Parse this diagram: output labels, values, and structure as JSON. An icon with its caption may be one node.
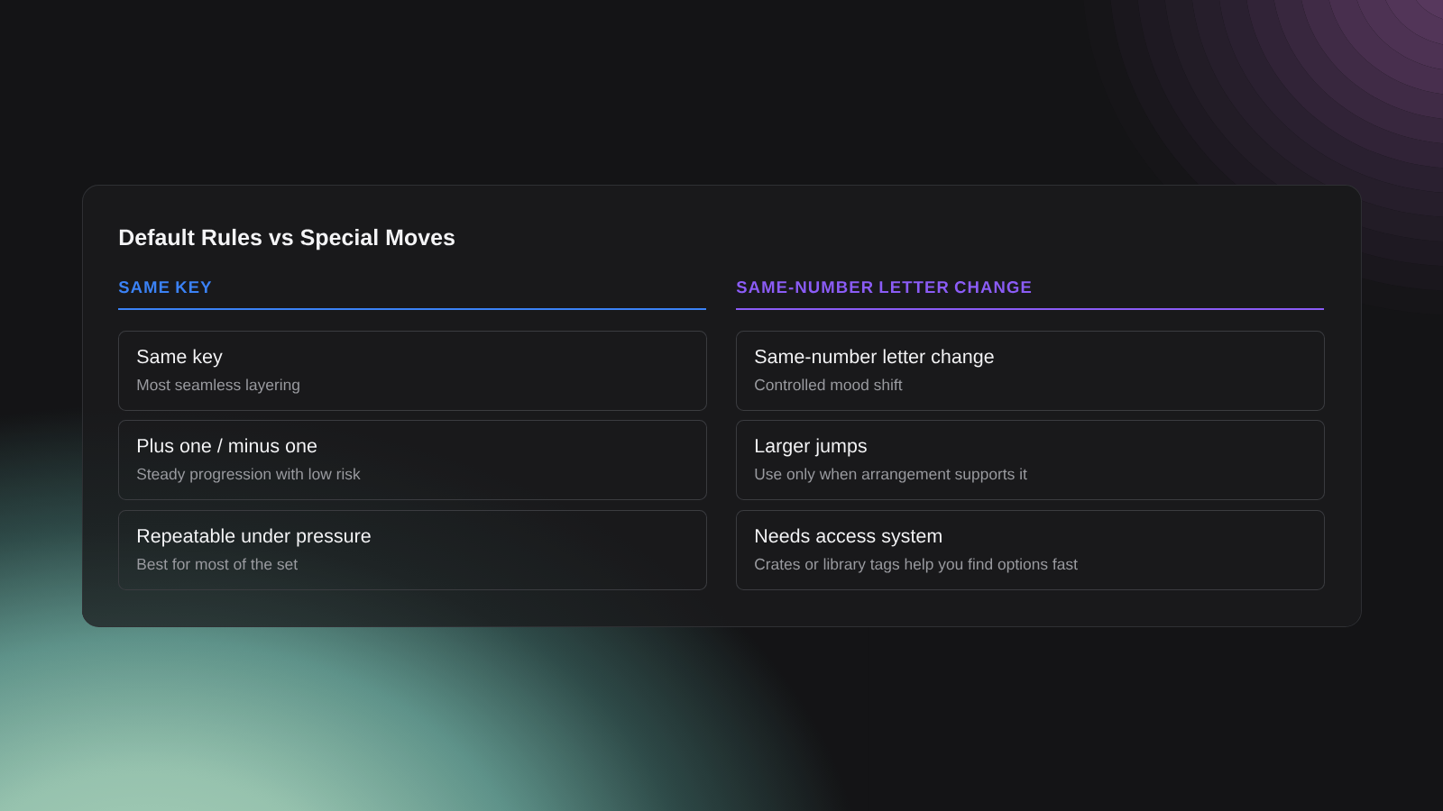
{
  "diagram": {
    "nodes": [
      {
        "text": [
          "Default Rules vs Special Moves"
        ]
      },
      {
        "text": [
          "Same key",
          "Most seamless layering"
        ],
        "in": 0
      },
      {
        "text": [
          "Plus one / minus one",
          "Steady progression with low risk"
        ],
        "in": 0
      },
      {
        "text": [
          "Repeatable under pressure",
          "Best for most of the set"
        ],
        "in": 0
      },
      {
        "text": [
          "Same-number letter change",
          "Controlled mood shift"
        ],
        "in": 0
      },
      {
        "text": [
          "Larger jumps",
          "Use only when arrangement supports it"
        ],
        "in": 0
      },
      {
        "text": [
          "Needs access system",
          "Crates or library tags help you find options fast"
        ],
        "in": 0
      }
    ],
    "labels": [
      "SAME KEY",
      "SAME-NUMBER LETTER CHANGE"
    ]
  }
}
